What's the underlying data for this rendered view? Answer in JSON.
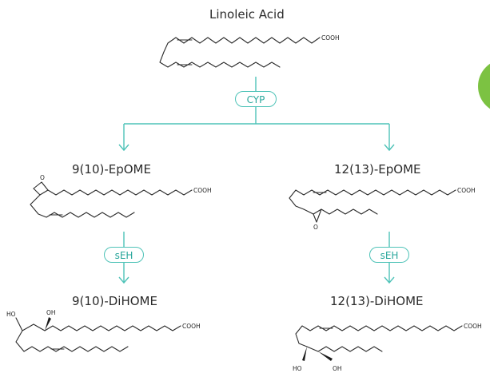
{
  "diagram": {
    "root": {
      "name": "Linoleic Acid"
    },
    "enzymes": {
      "first": "CYP",
      "second": "sEH"
    },
    "left": {
      "epoxide": "9(10)-EpOME",
      "diol": "9(10)-DiHOME"
    },
    "right": {
      "epoxide": "12(13)-EpOME",
      "diol": "12(13)-DiHOME"
    },
    "labels": {
      "acid": "COOH",
      "hydroxyl": "OH",
      "hydroxyl_rev": "HO",
      "oxygen": "O"
    }
  },
  "colors": {
    "connector": "#4fc3b8",
    "enzyme_text": "#2aa79c",
    "bond": "#2b2b2b",
    "badge": "#7cc242"
  }
}
